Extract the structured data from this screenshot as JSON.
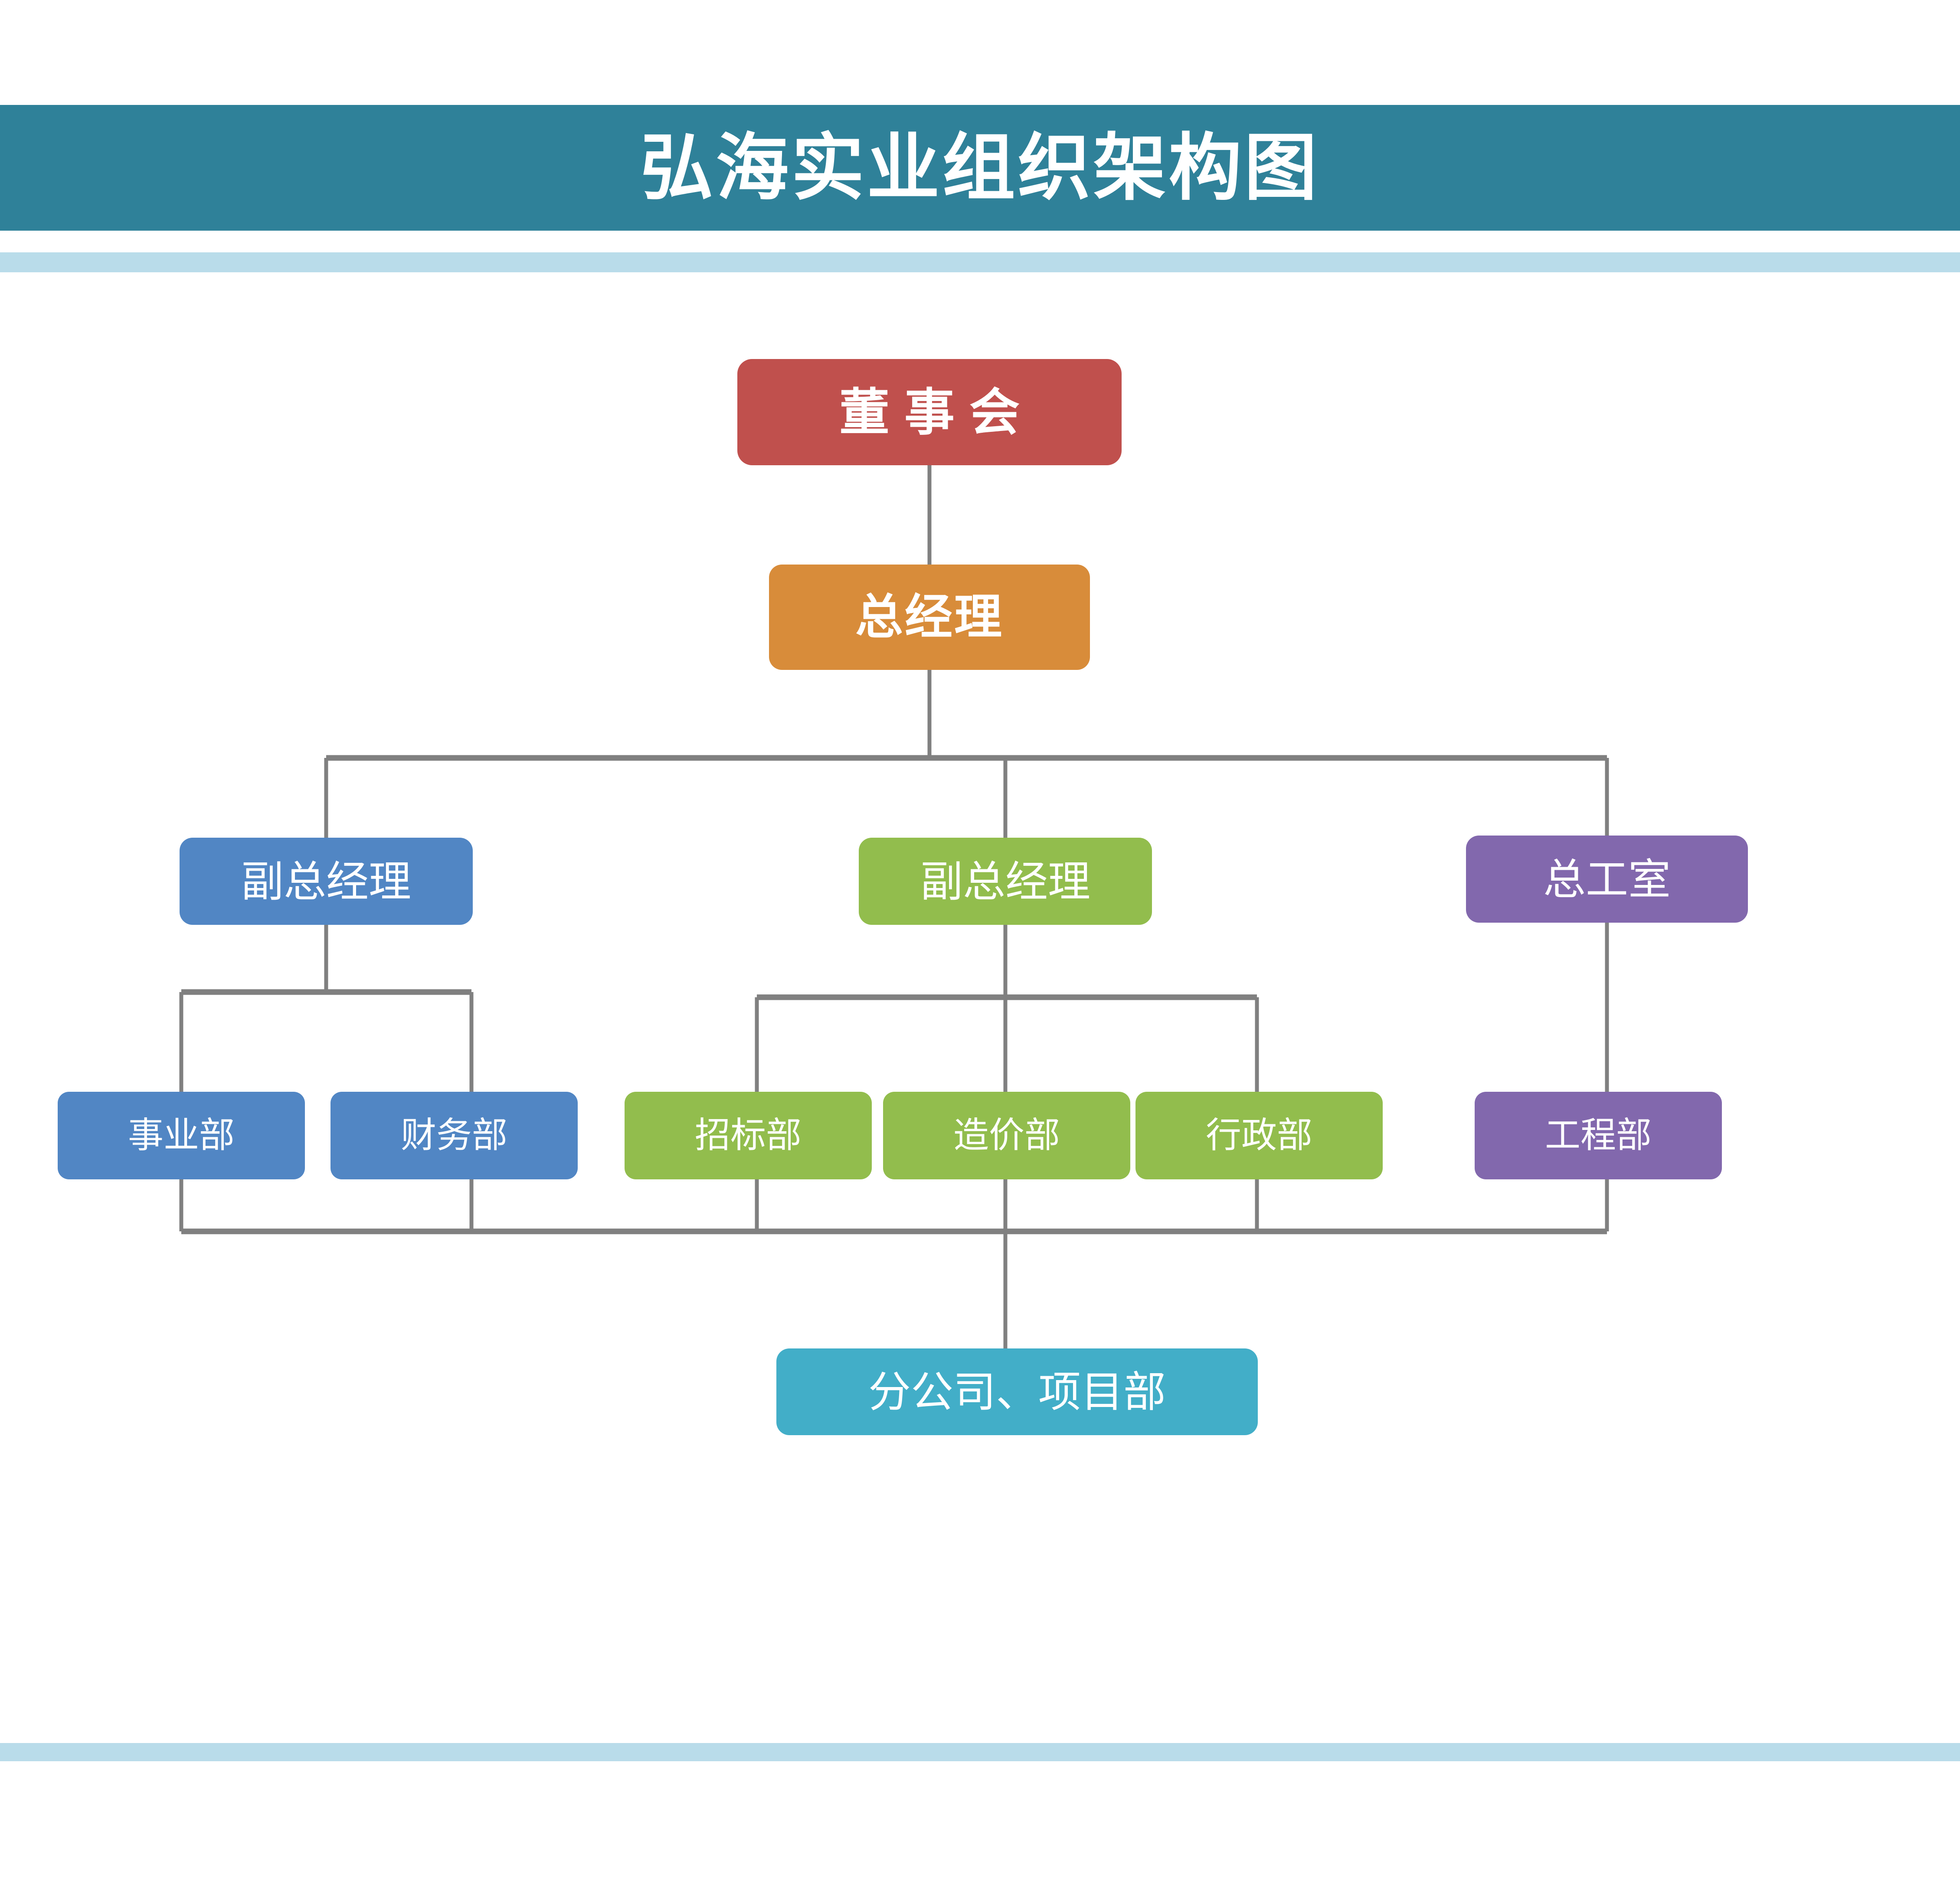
{
  "header": {
    "title": "弘海实业组织架构图",
    "band_color": "#2f8199",
    "accent_color": "#b9dcea"
  },
  "palette": {
    "board_red": "#c0504d",
    "gm_orange": "#d88c3a",
    "vp_blue": "#5186c4",
    "vp_green": "#92bd4d",
    "chief_purple": "#8268ad",
    "branch_cyan": "#42aec8",
    "connector_gray": "#808080",
    "text_white": "#ffffff"
  },
  "chart_data": {
    "type": "org-chart",
    "title": "弘海实业组织架构图",
    "levels": 4,
    "nodes": [
      {
        "id": "board",
        "label": "董事会",
        "level": 0,
        "color": "#c0504d",
        "parent": null
      },
      {
        "id": "gm",
        "label": "总经理",
        "level": 1,
        "color": "#d88c3a",
        "parent": "board"
      },
      {
        "id": "vp1",
        "label": "副总经理",
        "level": 2,
        "color": "#5186c4",
        "parent": "gm"
      },
      {
        "id": "vp2",
        "label": "副总经理",
        "level": 2,
        "color": "#92bd4d",
        "parent": "gm"
      },
      {
        "id": "chief",
        "label": "总工室",
        "level": 2,
        "color": "#8268ad",
        "parent": "gm"
      },
      {
        "id": "dept1",
        "label": "事业部",
        "level": 3,
        "color": "#5186c4",
        "parent": "vp1"
      },
      {
        "id": "dept2",
        "label": "财务部",
        "level": 3,
        "color": "#5186c4",
        "parent": "vp1"
      },
      {
        "id": "dept3",
        "label": "招标部",
        "level": 3,
        "color": "#92bd4d",
        "parent": "vp2"
      },
      {
        "id": "dept4",
        "label": "造价部",
        "level": 3,
        "color": "#92bd4d",
        "parent": "vp2"
      },
      {
        "id": "dept5",
        "label": "行政部",
        "level": 3,
        "color": "#92bd4d",
        "parent": "vp2"
      },
      {
        "id": "dept6",
        "label": "工程部",
        "level": 3,
        "color": "#8268ad",
        "parent": "chief"
      },
      {
        "id": "branch",
        "label": "分公司、项目部",
        "level": 4,
        "color": "#42aec8",
        "parent": "dept-bus"
      }
    ]
  },
  "nodes": {
    "board": {
      "label": "董事会"
    },
    "gm": {
      "label": "总经理"
    },
    "vp1": {
      "label": "副总经理"
    },
    "vp2": {
      "label": "副总经理"
    },
    "chief": {
      "label": "总工室"
    },
    "dept1": {
      "label": "事业部"
    },
    "dept2": {
      "label": "财务部"
    },
    "dept3": {
      "label": "招标部"
    },
    "dept4": {
      "label": "造价部"
    },
    "dept5": {
      "label": "行政部"
    },
    "dept6": {
      "label": "工程部"
    },
    "branch": {
      "label": "分公司、项目部"
    }
  }
}
